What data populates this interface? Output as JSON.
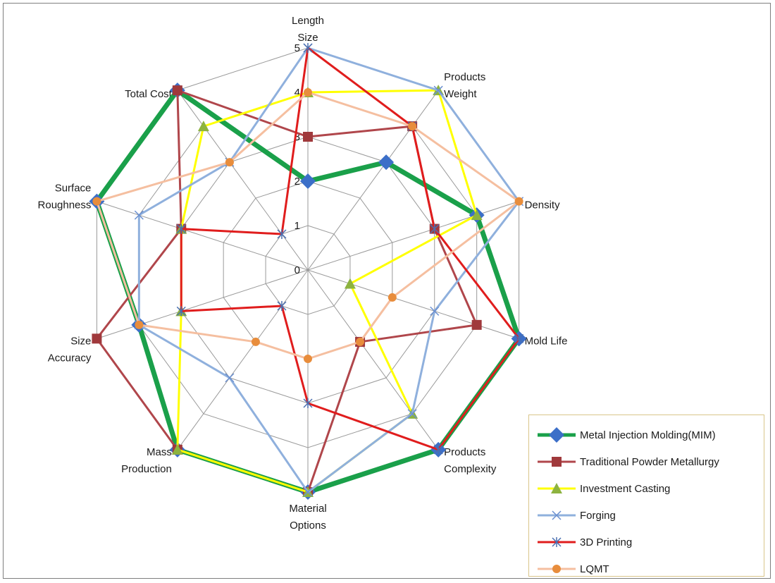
{
  "chart_data": {
    "type": "radar",
    "title": "",
    "axes": [
      "Length Size",
      "Products Weight",
      "Density",
      "Mold Life",
      "Products Complexity",
      "Material Options",
      "Mass Production",
      "Size Accuracy",
      "Surface Roughness",
      "Total Cost"
    ],
    "axis_label_lines": [
      [
        "Length",
        "Size"
      ],
      [
        "Products",
        "Weight"
      ],
      [
        "Density"
      ],
      [
        "Mold Life"
      ],
      [
        "Products",
        "Complexity"
      ],
      [
        "Material",
        "Options"
      ],
      [
        "Mass",
        "Production"
      ],
      [
        "Size",
        "Accuracy"
      ],
      [
        "Surface",
        "Roughness"
      ],
      [
        "Total Cost"
      ]
    ],
    "range": [
      0,
      5
    ],
    "ticks": [
      "0",
      "1",
      "2",
      "3",
      "4",
      "5"
    ],
    "grid": true,
    "legend_position": "bottom-right",
    "series": [
      {
        "name": "Metal Injection Molding(MIM)",
        "color": "#1aa04a",
        "marker": "diamond",
        "marker_color": "#3c6fc8",
        "width": 7,
        "values": [
          2,
          3,
          4,
          5,
          5,
          5,
          5,
          4,
          5,
          5
        ]
      },
      {
        "name": "Traditional Powder Metallurgy",
        "color": "#b0464b",
        "marker": "square",
        "marker_color": "#a0393c",
        "width": 3,
        "values": [
          3,
          4,
          3,
          4,
          2,
          5,
          5,
          5,
          3,
          5
        ]
      },
      {
        "name": "Investment Casting",
        "color": "#ffff00",
        "marker": "triangle",
        "marker_color": "#8db33f",
        "width": 3,
        "values": [
          4,
          5,
          4,
          1,
          4,
          5,
          5,
          3,
          3,
          4
        ]
      },
      {
        "name": "Forging",
        "color": "#8fb0dd",
        "marker": "x",
        "marker_color": "#6a8fd0",
        "width": 3,
        "values": [
          5,
          5,
          5,
          3,
          4,
          5,
          3,
          4,
          4,
          3
        ]
      },
      {
        "name": "3D Printing",
        "color": "#e01d1d",
        "marker": "star",
        "marker_color": "#4a6fb0",
        "width": 3,
        "values": [
          5,
          4,
          3,
          5,
          5,
          3,
          1,
          3,
          3,
          1
        ]
      },
      {
        "name": "LQMT",
        "color": "#f5bfa0",
        "marker": "circle",
        "marker_color": "#e88d3c",
        "width": 3,
        "values": [
          4,
          4,
          5,
          2,
          2,
          2,
          2,
          4,
          5,
          3
        ]
      }
    ]
  }
}
